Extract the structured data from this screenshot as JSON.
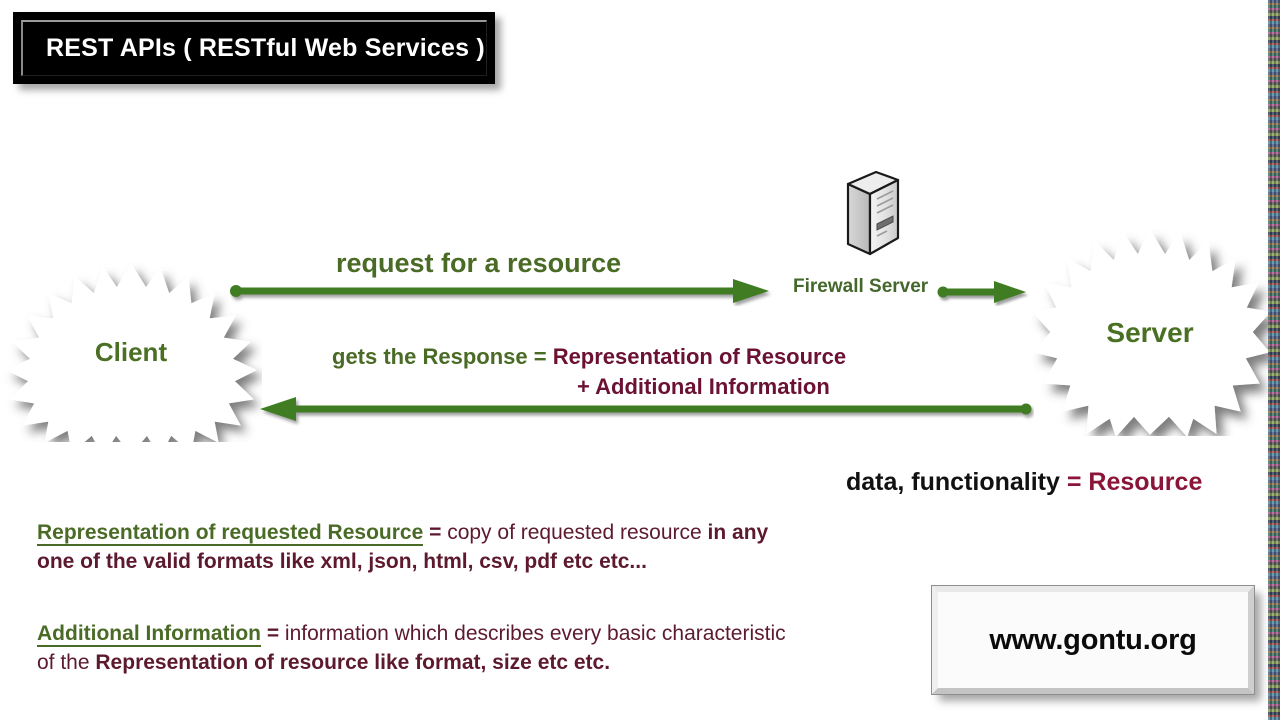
{
  "slide": {
    "title": "REST APIs ( RESTful Web Services )",
    "background_color": "#ffffff"
  },
  "colors": {
    "green": "#4a6b26",
    "burst_label_green": "#4a7023",
    "maroon": "#5d1a2e",
    "resource_red": "#8a1538",
    "arrow_green": "#3f7d20",
    "banner_background": "#000000",
    "banner_text": "#ffffff"
  },
  "diagram": {
    "client_node": {
      "label": "Client",
      "shape": "starburst"
    },
    "server_node": {
      "label": "Server",
      "shape": "starburst"
    },
    "firewall": {
      "label": "Firewall Server",
      "icon": "server-tower-icon"
    },
    "arrows": [
      {
        "name": "request-arrow",
        "direction": "right",
        "from": "Client",
        "to": "Firewall Server"
      },
      {
        "name": "firewall-to-server-arrow",
        "direction": "right",
        "from": "Firewall Server",
        "to": "Server"
      },
      {
        "name": "response-arrow",
        "direction": "left",
        "from": "Server",
        "to": "Client"
      }
    ],
    "request_label": "request for a resource",
    "response_label": {
      "line1_green": "gets the Response = ",
      "line1_maroon": "Representation of Resource",
      "line2_maroon": "+ Additional Information"
    },
    "resource_note": {
      "prefix": "data, functionality ",
      "highlight": "= Resource"
    }
  },
  "notes": {
    "representation": {
      "term": "Representation of requested Resource",
      "eq": " = ",
      "part1": "copy of requested resource ",
      "part2_bold": "in any one of the valid formats like xml, json, html, csv, pdf etc etc..."
    },
    "additional": {
      "term": "Additional Information",
      "eq": " = ",
      "part1": "information which describes every basic characteristic of the ",
      "part2_bold": "Representation of resource like format, size etc etc."
    }
  },
  "branding": {
    "site": "www.gontu.org"
  }
}
